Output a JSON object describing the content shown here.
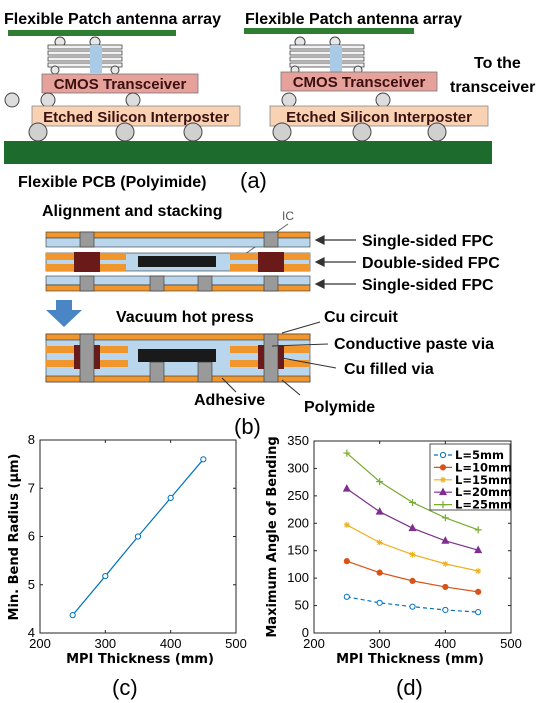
{
  "panel_a": {
    "antenna_left": "Flexible Patch antenna array",
    "antenna_right": "Flexible Patch antenna array",
    "cmos_left": "CMOS Transceiver",
    "cmos_right": "CMOS Transceiver",
    "interposer_left": "Etched Silicon Interposter",
    "interposer_right": "Etched Silicon Interposter",
    "to_transceiver_1": "To the",
    "to_transceiver_2": "transceiver",
    "pcb_label": "Flexible PCB (Polyimide)",
    "caption": "(a)"
  },
  "panel_b": {
    "title": "Alignment and stacking",
    "ic_label": "IC",
    "layer1": "Single-sided FPC",
    "layer2": "Double-sided FPC",
    "layer3": "Single-sided FPC",
    "process": "Vacuum hot press",
    "cu_circuit": "Cu circuit",
    "paste_via": "Conductive paste via",
    "filled_via": "Cu filled via",
    "adhesive": "Adhesive",
    "polymide": "Polymide",
    "caption": "(b)"
  },
  "colors": {
    "pcb": "#1e6b2e",
    "antenna": "#2e7d32",
    "cmos": "#e6a19b",
    "interposer": "#f9d2b4",
    "fpc_blue": "#b9d6ec",
    "fpc_orange": "#f0962d",
    "via_dark": "#6b1a1a",
    "ic_black": "#1a1a1a",
    "line_blue": "#0072bd",
    "arrow_blue": "#4a86c5",
    "L5": "#0072bd",
    "L10": "#d95319",
    "L15": "#edb120",
    "L20": "#7e2f8e",
    "L25": "#77ac30"
  },
  "chart_data": [
    {
      "type": "line",
      "xlabel": "MPI Thickness (mm)",
      "ylabel": "Min. Bend Radius (µm)",
      "xlim": [
        200,
        500
      ],
      "ylim": [
        4,
        8
      ],
      "xticks": [
        "200",
        "300",
        "400",
        "500"
      ],
      "yticks": [
        "4",
        "5",
        "6",
        "7",
        "8"
      ],
      "x": [
        250,
        300,
        350,
        400,
        450
      ],
      "series": [
        {
          "values": [
            4.37,
            5.18,
            6.0,
            6.8,
            7.6
          ]
        }
      ],
      "grid": false,
      "caption": "(c)"
    },
    {
      "type": "line",
      "xlabel": "MPI Thickness (mm)",
      "ylabel": "Maximum Angle of Bending",
      "xlim": [
        200,
        500
      ],
      "ylim": [
        0,
        350
      ],
      "xticks": [
        "200",
        "300",
        "400",
        "500"
      ],
      "yticks": [
        "0",
        "50",
        "100",
        "150",
        "200",
        "250",
        "300",
        "350"
      ],
      "x": [
        250,
        300,
        350,
        400,
        450
      ],
      "series": [
        {
          "name": "L=5mm",
          "values": [
            66,
            55,
            48,
            42,
            38
          ]
        },
        {
          "name": "L=10mm",
          "values": [
            131,
            110,
            95,
            84,
            75
          ]
        },
        {
          "name": "L=15mm",
          "values": [
            197,
            165,
            143,
            126,
            113
          ]
        },
        {
          "name": "L=20mm",
          "values": [
            263,
            221,
            191,
            168,
            151
          ]
        },
        {
          "name": "L=25mm",
          "values": [
            328,
            276,
            238,
            210,
            188
          ]
        }
      ],
      "legend": "top-right",
      "grid": false,
      "caption": "(d)"
    }
  ]
}
